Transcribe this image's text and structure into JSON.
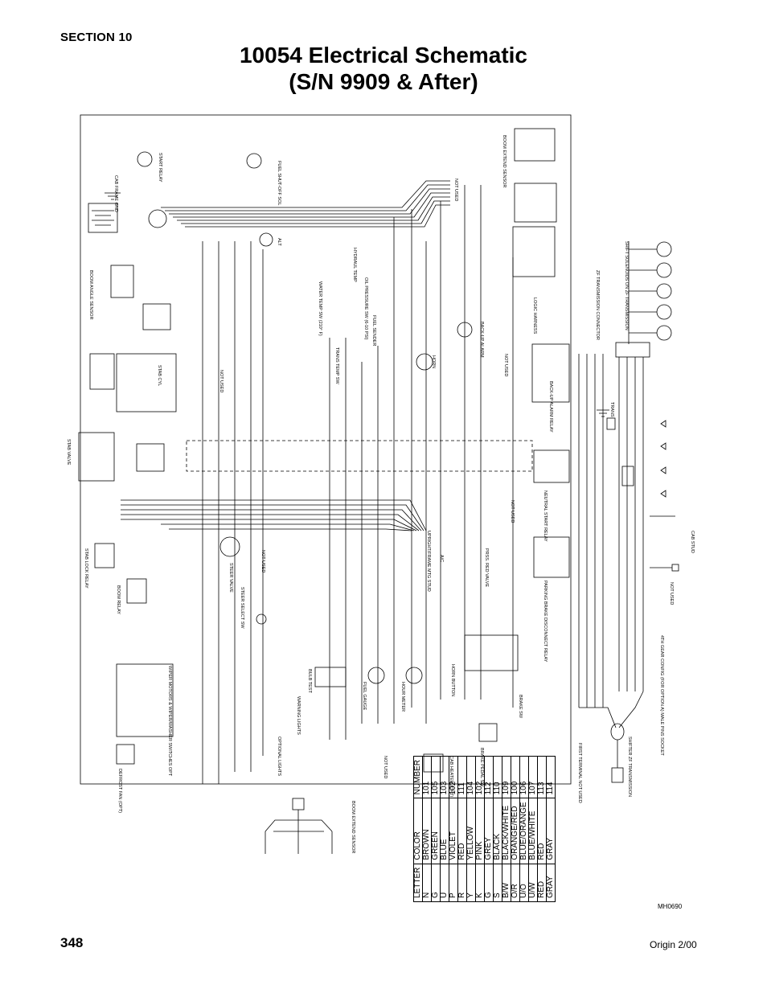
{
  "page": {
    "section": "SECTION 10",
    "title_line1": "10054 Electrical Schematic",
    "title_line2": "(S/N 9909 & After)",
    "page_number": "348",
    "origin": "Origin 2/00",
    "drawing_id": "MH0690"
  },
  "legend": {
    "headers": [
      "LETTER",
      "COLOR",
      "NUMBER"
    ],
    "rows": [
      [
        "N",
        "BROWN",
        "101"
      ],
      [
        "G",
        "GREEN",
        "105"
      ],
      [
        "U",
        "BLUE",
        "103"
      ],
      [
        "P",
        "VIOLET",
        "102"
      ],
      [
        "R",
        "RED",
        "111"
      ],
      [
        "Y",
        "YELLOW",
        "104"
      ],
      [
        "K",
        "PINK",
        "102"
      ],
      [
        "G",
        "GREY",
        "112"
      ],
      [
        "S",
        "BLACK",
        "110"
      ],
      [
        "B/W",
        "BLACK/WHITE",
        "109"
      ],
      [
        "O/R",
        "ORANGE/RED",
        "100"
      ],
      [
        "U/O",
        "BLUE/ORANGE",
        "106"
      ],
      [
        "U/W",
        "BLUE/WHITE",
        "107"
      ],
      [
        "RED",
        "RED",
        "113"
      ],
      [
        "GRAY",
        "GRAY",
        "114"
      ]
    ]
  },
  "labels": {
    "boom_angle_sensor": "BOOM ANGLE SENSOR",
    "boom_extend_sensor_top": "BOOM EXTEND SENSOR",
    "cab_frame_gnd": "CAB FRAME GND",
    "start_relay": "START RELAY",
    "fuel_shutoff_sol": "FUEL SHUT-OFF SOL",
    "alt": "ALT",
    "hydraulic_temp": "HYDRAUL TEMP",
    "water_temp": "WATER TEMP SW (210° F)",
    "oil_pressure": "OIL PRESSURE SW (6-10 PSI)",
    "fuel_sender": "FUEL SENDER",
    "trans_temp": "TRANS TEMP SW",
    "backup_alarm": "BACK-UP ALARM",
    "horn": "HORN",
    "stab_cyl": "STAB CYL",
    "stab_valve": "STAB VALVE",
    "stab_lock_relay": "STAB LOCK RELAY",
    "boom_relay": "BOOM RELAY",
    "steer_valve": "STEER VALVE",
    "steer_select_sw": "STEER SELECT SW",
    "warning_lights": "WARNING LIGHTS",
    "fuel_gauge": "FUEL GAUGE",
    "hour_meter": "HOUR METER",
    "horn_button": "HORN BUTTON",
    "bulb_test": "BULB TEST",
    "brake_sw": "BRAKE SW",
    "brake_pedal_sw": "BRAKE PEDAL SW",
    "cab_heater": "CAB HEATER (OPT)",
    "defrost_fan": "DEFROST FAN (OPT)",
    "wiper_sw": "WIPER MOTORS & WIPER/WASHER SWITCHES OPT",
    "optional_lights": "OPTIONAL LIGHTS",
    "parking_brake_relay": "PARKING BRAKE DISCONNECT RELAY",
    "neutral_start_relay": "NEUTRAL START RELAY",
    "backup_alarm_relay": "BACK-UP ALARM RELAY",
    "logic_harness": "LOGIC HARNESS",
    "zf_connector": "ZF TRANSMISSION CONNECTOR",
    "shift_solenoids": "SHIFT SOLENOIDS ON ZF TRANSMISSION",
    "zf_shifter": "SHIFTER ZF TRANSMISSION",
    "fourth_gear_socket": "4TH GEAR CONFIG (FOR OPTION A) MALE PINS SOCKET",
    "cab_stud": "CAB STUD",
    "upright_mtg_stud": "UPRIGHT/FRAME MTG STUD",
    "boom_extend_sensor_bottom": "BOOM EXTEND SENSOR",
    "not_used": "NOT USED",
    "trans": "TRANS",
    "ac": "A/C",
    "prss_red_valve": "PRSS. RED VALVE",
    "first_terminal": "FIRST TERMINAL NOT USED"
  }
}
